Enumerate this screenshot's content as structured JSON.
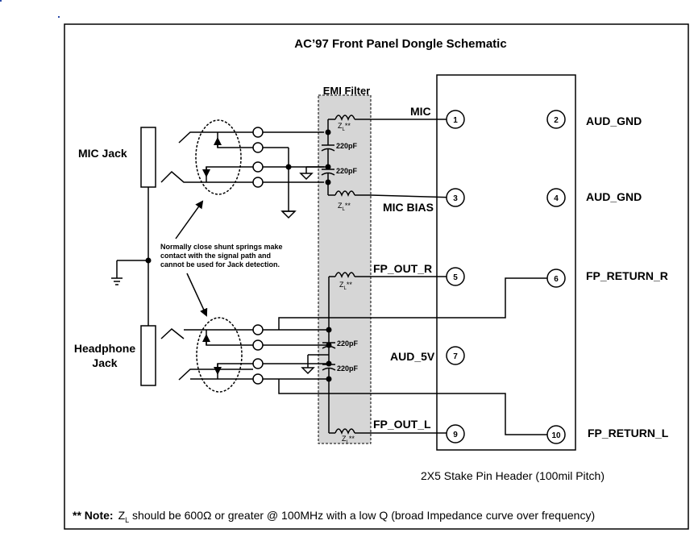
{
  "title": "AC’97 Front Panel Dongle Schematic",
  "emi_filter_label": "EMI Filter",
  "jacks": {
    "mic": "MIC Jack",
    "headphone_line1": "Headphone",
    "headphone_line2": "Jack"
  },
  "shunt_note": [
    "Normally close shunt springs make",
    "contact with the signal path and",
    "cannot be used for Jack detection."
  ],
  "components": {
    "cap_value": "220pF",
    "inductor_label": "Z",
    "inductor_sub": "L",
    "inductor_star": "**"
  },
  "pins": [
    {
      "num": "1",
      "label": "MIC"
    },
    {
      "num": "2",
      "label": "AUD_GND"
    },
    {
      "num": "3",
      "label": "MIC BIAS"
    },
    {
      "num": "4",
      "label": "AUD_GND"
    },
    {
      "num": "5",
      "label": "FP_OUT_R"
    },
    {
      "num": "6",
      "label": "FP_RETURN_R"
    },
    {
      "num": "7",
      "label": "AUD_5V"
    },
    {
      "num": "9",
      "label": "FP_OUT_L"
    },
    {
      "num": "10",
      "label": "FP_RETURN_L"
    }
  ],
  "header_caption": "2X5 Stake Pin Header (100mil Pitch)",
  "footnote": {
    "prefix": "** Note:",
    "z": "Z",
    "sub": "L",
    "text": " should be 600Ω or greater @ 100MHz with a low Q (broad Impedance curve over frequency)"
  }
}
